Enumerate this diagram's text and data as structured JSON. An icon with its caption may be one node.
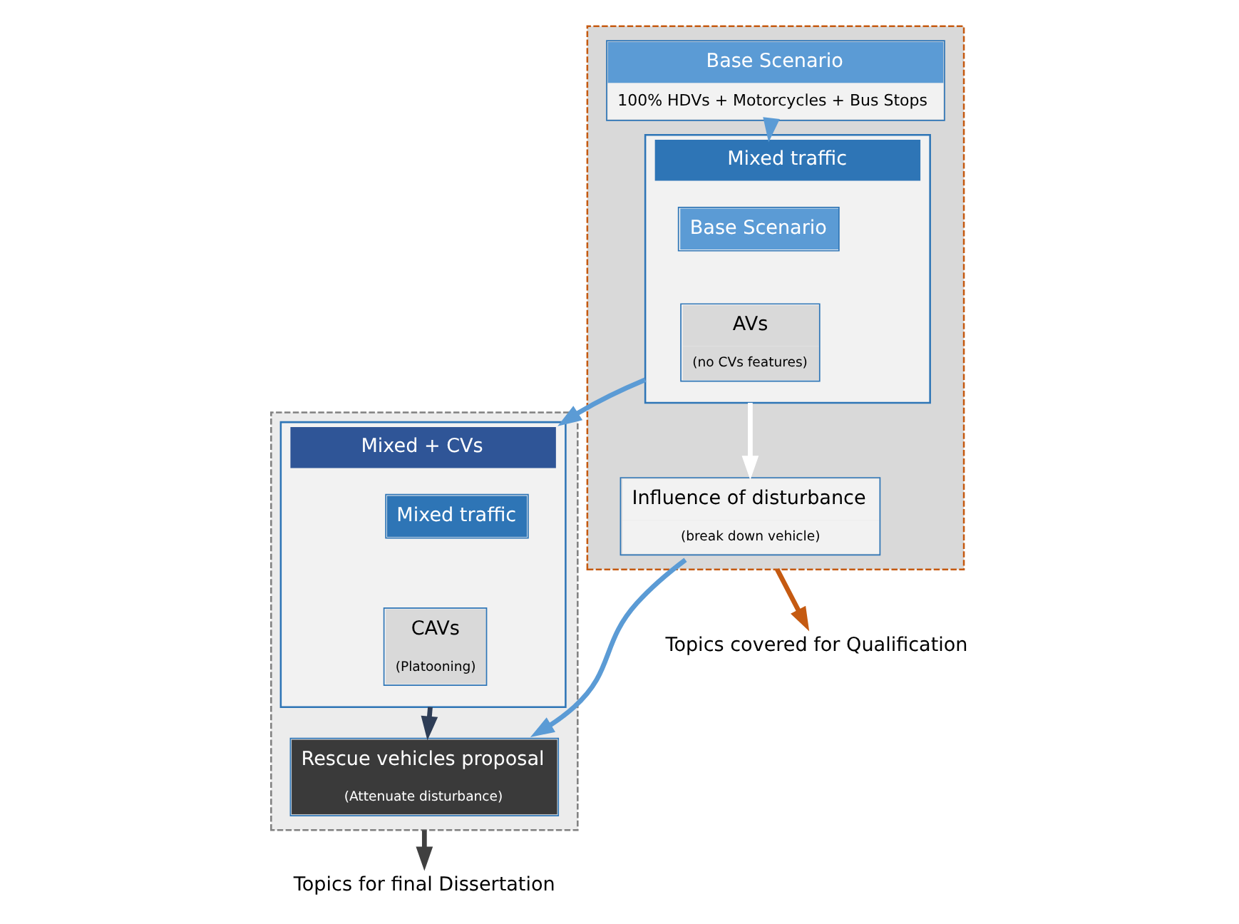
{
  "diagram": {
    "nodes": [
      {
        "text": [],
        "shape": "box"
      },
      {
        "text": [
          "Base Scenario",
          "100% HDVs + Motorcycles + Bus Stops"
        ],
        "in": 0
      },
      {
        "text": [
          "Mixed traffic"
        ],
        "in": 0
      },
      {
        "text": [
          "Base Scenario"
        ],
        "in": 2
      },
      {
        "text": [
          "AVs",
          "(no CVs features)"
        ],
        "in": 2
      },
      {
        "text": [
          "Influence of disturbance",
          "(break down vehicle)"
        ],
        "in": 0
      },
      {
        "text": [],
        "shape": "box"
      },
      {
        "text": [
          "Mixed + CVs"
        ],
        "in": 6
      },
      {
        "text": [
          "Mixed traffic"
        ],
        "in": 7
      },
      {
        "text": [
          "CAVs",
          "(Platooning)"
        ],
        "in": 7
      },
      {
        "text": [
          "Rescue vehicles proposal",
          "(Attenuate disturbance)"
        ],
        "in": 6
      },
      {
        "text": [
          "Topics covered for Qualification"
        ]
      },
      {
        "text": [
          "Topics for final Dissertation"
        ]
      }
    ],
    "edges": [
      {
        "from": 1,
        "to": 2,
        "arrow": "to"
      },
      {
        "from": 2,
        "to": 7,
        "arrow": "to"
      },
      {
        "from": 2,
        "to": 5,
        "arrow": "to",
        "color": "#ffffff"
      },
      {
        "from": 7,
        "to": 10,
        "arrow": "to",
        "color": "#2e3d56"
      },
      {
        "from": 5,
        "to": 10,
        "arrow": "to"
      },
      {
        "from": 0,
        "to": 11,
        "arrow": "to",
        "color": "#c55a11"
      },
      {
        "from": 6,
        "to": 12,
        "arrow": "to",
        "color": "#404040"
      }
    ]
  }
}
